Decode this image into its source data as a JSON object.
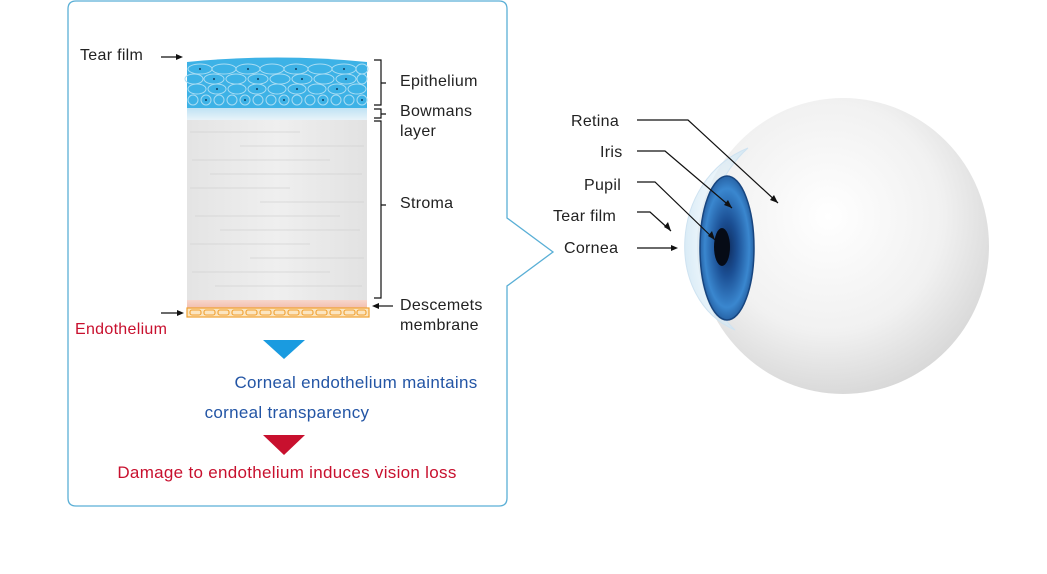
{
  "cornea_layers": {
    "tear_film": "Tear film",
    "epithelium": "Epithelium",
    "bowmans_line1": "Bowmans",
    "bowmans_line2": "layer",
    "stroma": "Stroma",
    "descemets_line1": "Descemets",
    "descemets_line2": "membrane",
    "endothelium": "Endothelium"
  },
  "messages": {
    "maintains_line1": "Corneal endothelium maintains",
    "maintains_line2": "corneal transparency",
    "damage": "Damage to endothelium induces vision loss"
  },
  "eye_labels": {
    "retina": "Retina",
    "iris": "Iris",
    "pupil": "Pupil",
    "tear_film": "Tear film",
    "cornea": "Cornea"
  },
  "colors": {
    "panel_border": "#5aafd6",
    "epithelium": "#3db2e6",
    "arrow_blue": "#1a9be0",
    "arrow_red": "#c8102e",
    "endothelium_cells": "#f0a030",
    "iris": "#2a6fb8"
  }
}
